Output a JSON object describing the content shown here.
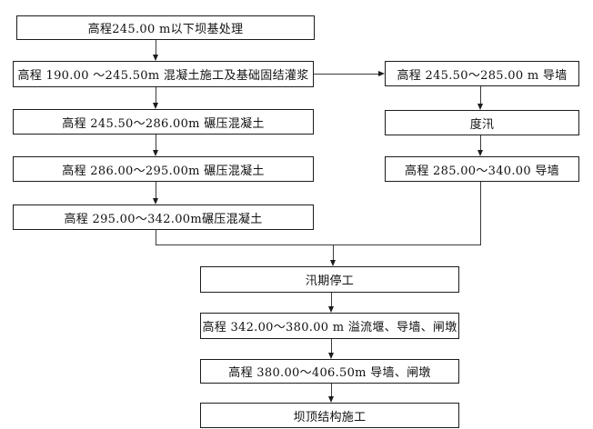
{
  "diagram": {
    "type": "construction-schedule-flowchart",
    "colors": {
      "background": "#ffffff",
      "box_border": "#1c1c1c",
      "line": "#3a3a3a",
      "text": "#111111"
    },
    "nodes": {
      "foundation": {
        "label": "高程245.00 m以下坝基处理"
      },
      "grouting": {
        "label": "高程 190.00 ～245.50m 混凝土施工及基础固结灌浆"
      },
      "rcc_245_286": {
        "label": "高程 245.50～286.00m 碾压混凝土"
      },
      "rcc_286_295": {
        "label": "高程 286.00～295.00m 碾压混凝土"
      },
      "rcc_295_342": {
        "label": "高程 295.00～342.00m碾压混凝土"
      },
      "guidewall_245_285": {
        "label": "高程 245.50～285.00 m 导墙"
      },
      "flood_passing": {
        "label": "度汛"
      },
      "guidewall_285_340": {
        "label": "高程 285.00～340.00 导墙"
      },
      "flood_shutdown": {
        "label": "汛期停工"
      },
      "weir_342_380": {
        "label": "高程 342.00～380.00 m 溢流堰、导墙、闸墩"
      },
      "guidewall_380_406": {
        "label": "高程 380.00～406.50m 导墙、闸墩"
      },
      "crest": {
        "label": "坝顶结构施工"
      }
    },
    "edges": [
      {
        "from": "foundation",
        "to": "grouting"
      },
      {
        "from": "grouting",
        "to": "rcc_245_286"
      },
      {
        "from": "grouting",
        "to": "guidewall_245_285"
      },
      {
        "from": "rcc_245_286",
        "to": "rcc_286_295"
      },
      {
        "from": "rcc_286_295",
        "to": "rcc_295_342"
      },
      {
        "from": "guidewall_245_285",
        "to": "flood_passing"
      },
      {
        "from": "flood_passing",
        "to": "guidewall_285_340"
      },
      {
        "from": "rcc_295_342",
        "to": "flood_shutdown"
      },
      {
        "from": "guidewall_285_340",
        "to": "flood_shutdown"
      },
      {
        "from": "flood_shutdown",
        "to": "weir_342_380"
      },
      {
        "from": "weir_342_380",
        "to": "guidewall_380_406"
      },
      {
        "from": "guidewall_380_406",
        "to": "crest"
      }
    ]
  }
}
